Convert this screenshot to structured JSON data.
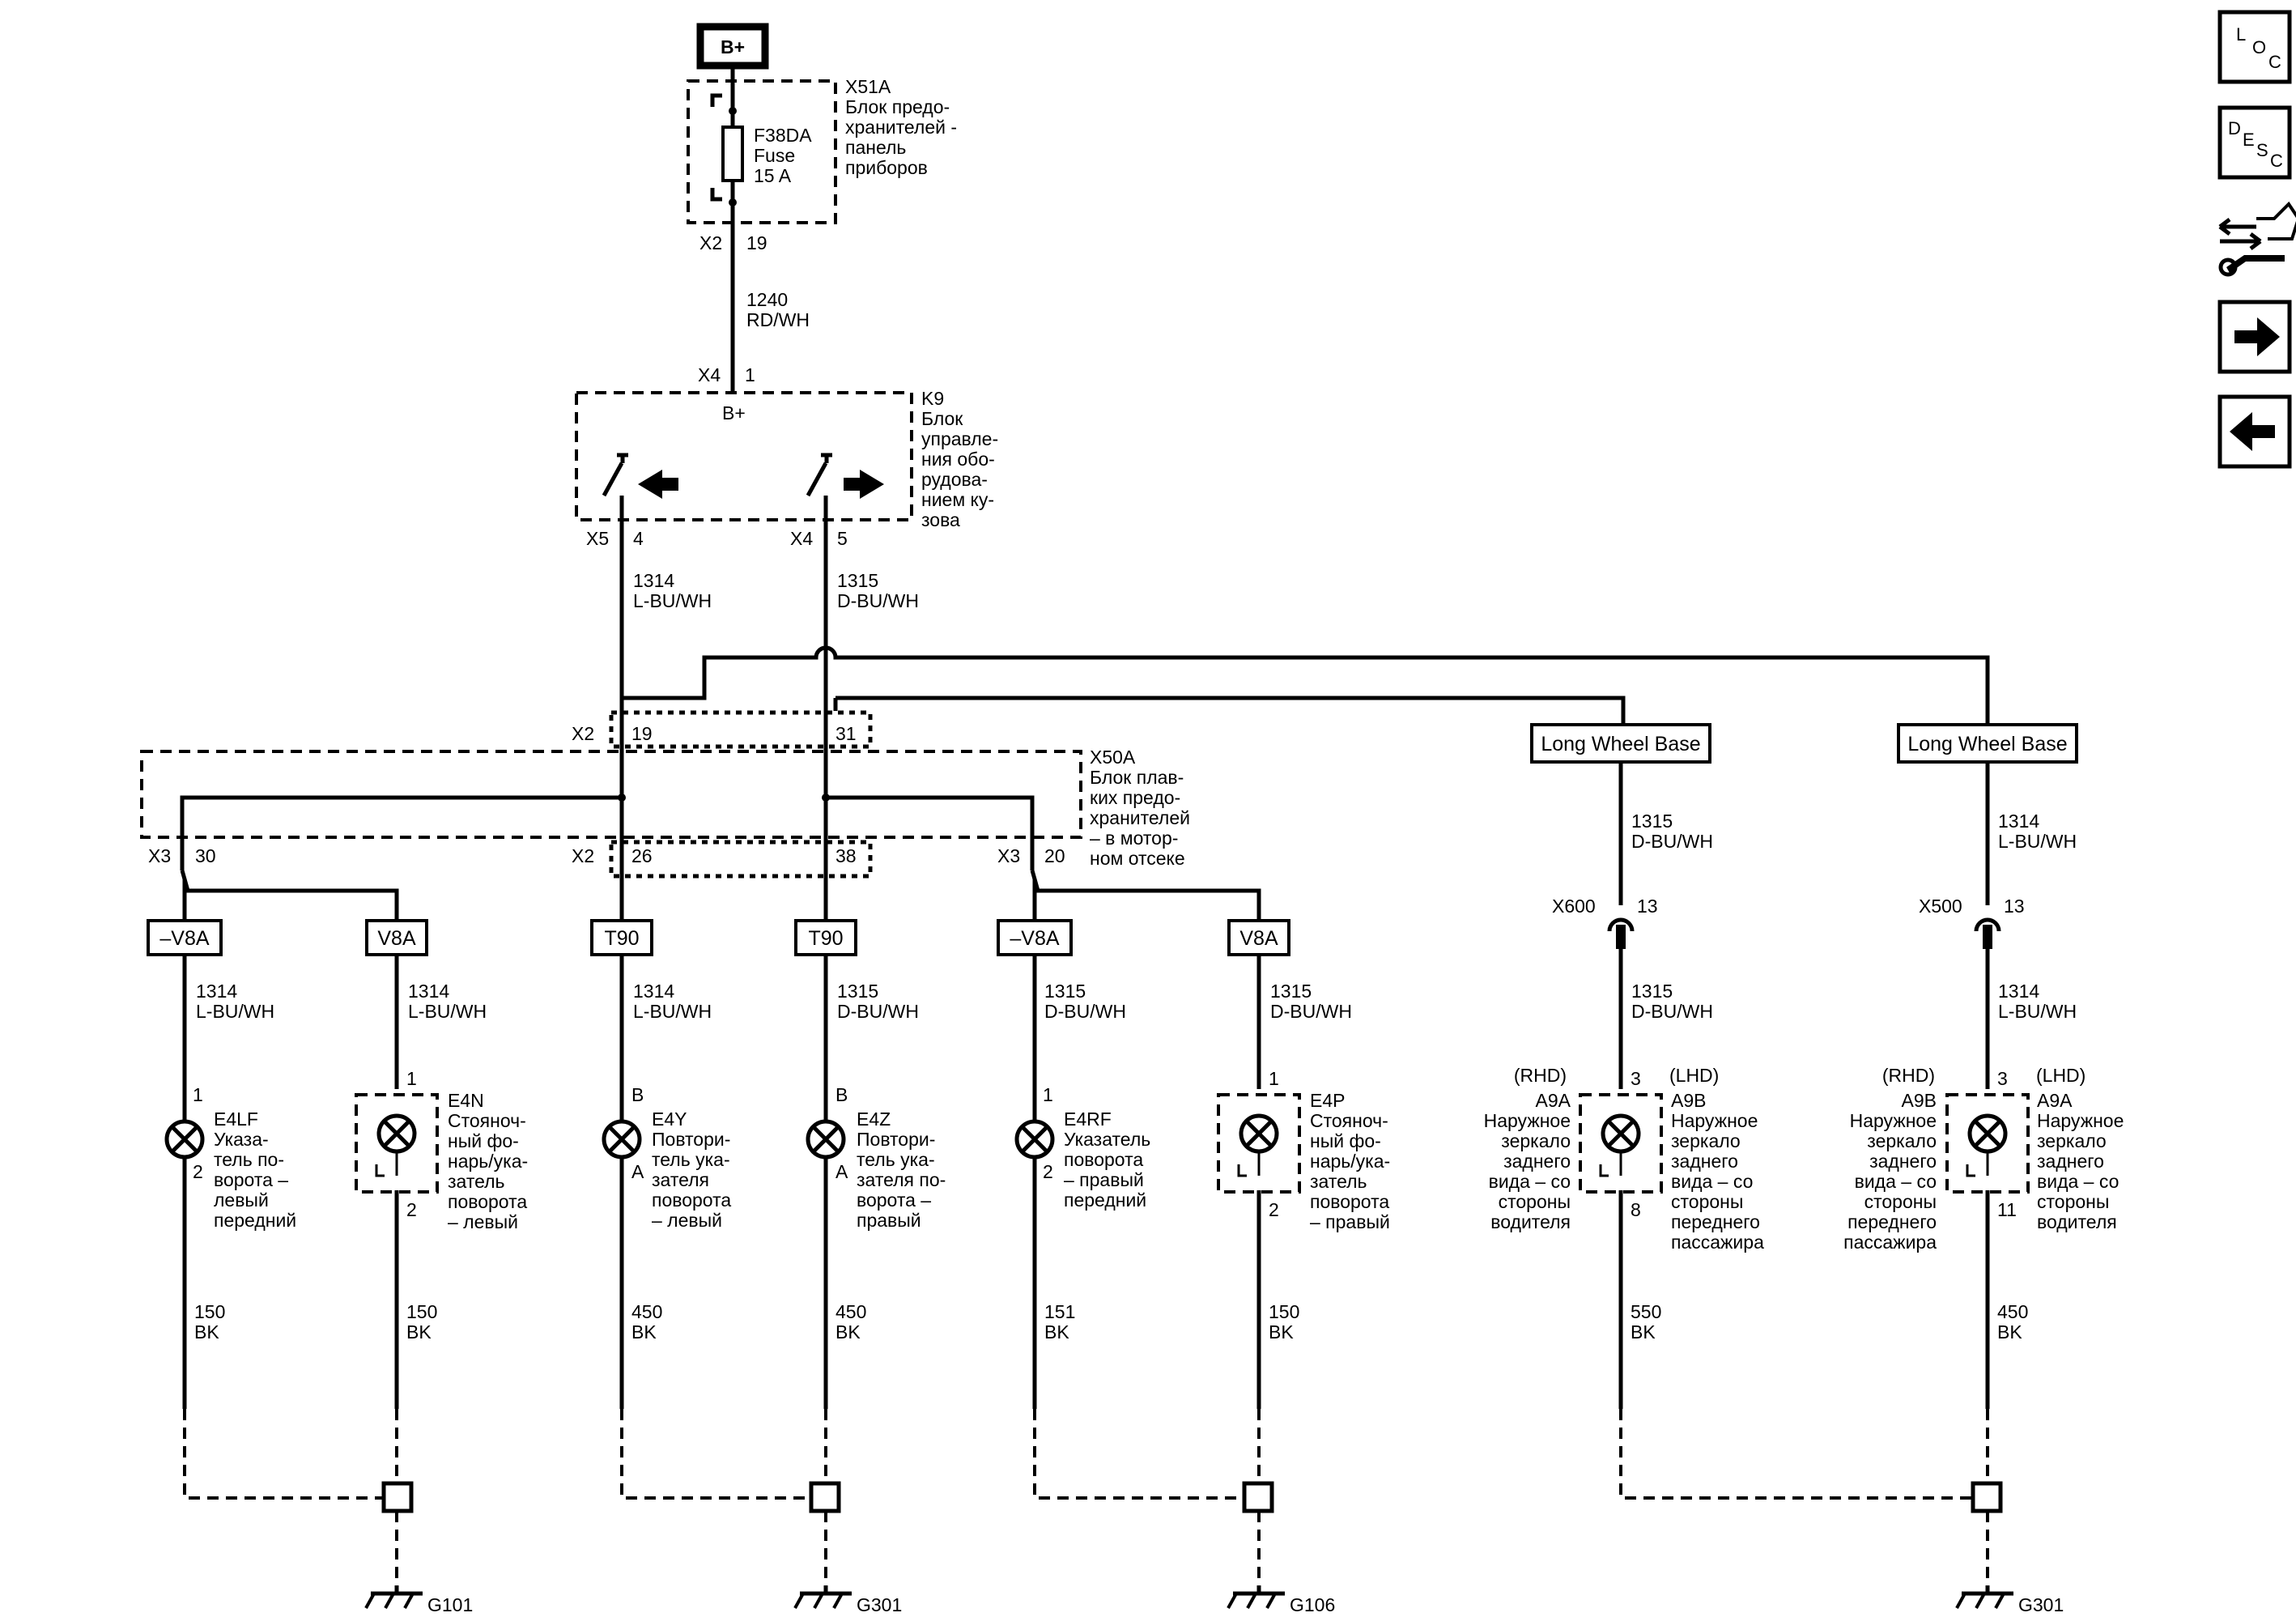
{
  "power": {
    "label": "B+"
  },
  "fuse_block": {
    "ref": "X51A",
    "desc": [
      "Блок предо-",
      "хранителей -",
      "панель",
      "приборов"
    ],
    "fuse_ref": "F38DA",
    "fuse_type": "Fuse",
    "fuse_rating": "15 A",
    "conn": "X2",
    "pin": "19"
  },
  "wire_1240": {
    "num": "1240",
    "color": "RD/WH"
  },
  "bcm": {
    "ref": "K9",
    "desc": [
      "Блок",
      "управле-",
      "ния обо-",
      "рудова-",
      "нием ку-",
      "зова"
    ],
    "in_conn": "X4",
    "in_pin": "1",
    "in_label": "B+",
    "out_left_conn": "X5",
    "out_left_pin": "4",
    "out_right_conn": "X4",
    "out_right_pin": "5"
  },
  "wire_1314": {
    "num": "1314",
    "color": "L-BU/WH"
  },
  "wire_1315": {
    "num": "1315",
    "color": "D-BU/WH"
  },
  "engine_fuse_block": {
    "ref": "X50A",
    "desc": [
      "Блок плав-",
      "ких предо-",
      "хранителей",
      "– в мотор-",
      "ном отсеке"
    ],
    "conn_x2": "X2",
    "conn_x3": "X3",
    "pin_19": "19",
    "pin_31": "31",
    "pin_30": "30",
    "pin_26": "26",
    "pin_38": "38",
    "pin_20": "20"
  },
  "options": {
    "v8a_neg": "–V8A",
    "v8a": "V8A",
    "t90": "T90",
    "lwb": "Long Wheel Base"
  },
  "e4lf": {
    "ref": "E4LF",
    "pin_top": "1",
    "pin_bot": "2",
    "desc": [
      "Указа-",
      "тель по-",
      "ворота –",
      "левый",
      "передний"
    ]
  },
  "e4n": {
    "ref": "E4N",
    "pin_top": "1",
    "pin_bot": "2",
    "desc": [
      "Стояноч-",
      "ный фо-",
      "нарь/ука-",
      "затель",
      "поворота",
      "– левый"
    ]
  },
  "e4y": {
    "ref": "E4Y",
    "pin_top": "B",
    "pin_bot": "A",
    "desc": [
      "Повтори-",
      "тель ука-",
      "зателя",
      "поворота",
      "– левый"
    ]
  },
  "e4z": {
    "ref": "E4Z",
    "pin_top": "B",
    "pin_bot": "A",
    "desc": [
      "Повтори-",
      "тель ука-",
      "зателя по-",
      "ворота –",
      "правый"
    ]
  },
  "e4rf": {
    "ref": "E4RF",
    "pin_top": "1",
    "pin_bot": "2",
    "desc": [
      "Указатель",
      "поворота",
      "– правый",
      "передний"
    ]
  },
  "e4p": {
    "ref": "E4P",
    "pin_top": "1",
    "pin_bot": "2",
    "desc": [
      "Стояноч-",
      "ный фо-",
      "нарь/ука-",
      "затель",
      "поворота",
      "– правый"
    ]
  },
  "mirror_a": {
    "conn": "X600",
    "conn_pin": "13",
    "pin_top": "3",
    "pin_bot": "8",
    "rhd": "(RHD)",
    "lhd": "(LHD)",
    "left_ref": "A9A",
    "left_desc": [
      "Наружное",
      "зеркало",
      "заднего",
      "вида – со",
      "стороны",
      "водителя"
    ],
    "right_ref": "A9B",
    "right_desc": [
      "Наружное",
      "зеркало",
      "заднего",
      "вида – со",
      "стороны",
      "переднего",
      "пассажира"
    ]
  },
  "mirror_b": {
    "conn": "X500",
    "conn_pin": "13",
    "pin_top": "3",
    "pin_bot": "11",
    "rhd": "(RHD)",
    "lhd": "(LHD)",
    "left_ref": "A9B",
    "left_desc": [
      "Наружное",
      "зеркало",
      "заднего",
      "вида – со",
      "стороны",
      "переднего",
      "пассажира"
    ],
    "right_ref": "A9A",
    "right_desc": [
      "Наружное",
      "зеркало",
      "заднего",
      "вида – со",
      "стороны",
      "водителя"
    ]
  },
  "ground_wires": {
    "w1": {
      "num": "150",
      "color": "BK"
    },
    "w2": {
      "num": "150",
      "color": "BK"
    },
    "w3": {
      "num": "450",
      "color": "BK"
    },
    "w4": {
      "num": "450",
      "color": "BK"
    },
    "w5": {
      "num": "151",
      "color": "BK"
    },
    "w6": {
      "num": "150",
      "color": "BK"
    },
    "w7": {
      "num": "550",
      "color": "BK"
    },
    "w8": {
      "num": "450",
      "color": "BK"
    }
  },
  "grounds": {
    "g101": "G101",
    "g301a": "G301",
    "g106": "G106",
    "g301b": "G301"
  },
  "nav": {
    "loc": {
      "l": "L",
      "o": "O",
      "c": "C"
    },
    "desc": {
      "d": "D",
      "e": "E",
      "s": "S",
      "c": "C"
    },
    "icons": [
      "connector-wrench-icon",
      "arrow-right-icon",
      "arrow-left-icon"
    ]
  }
}
